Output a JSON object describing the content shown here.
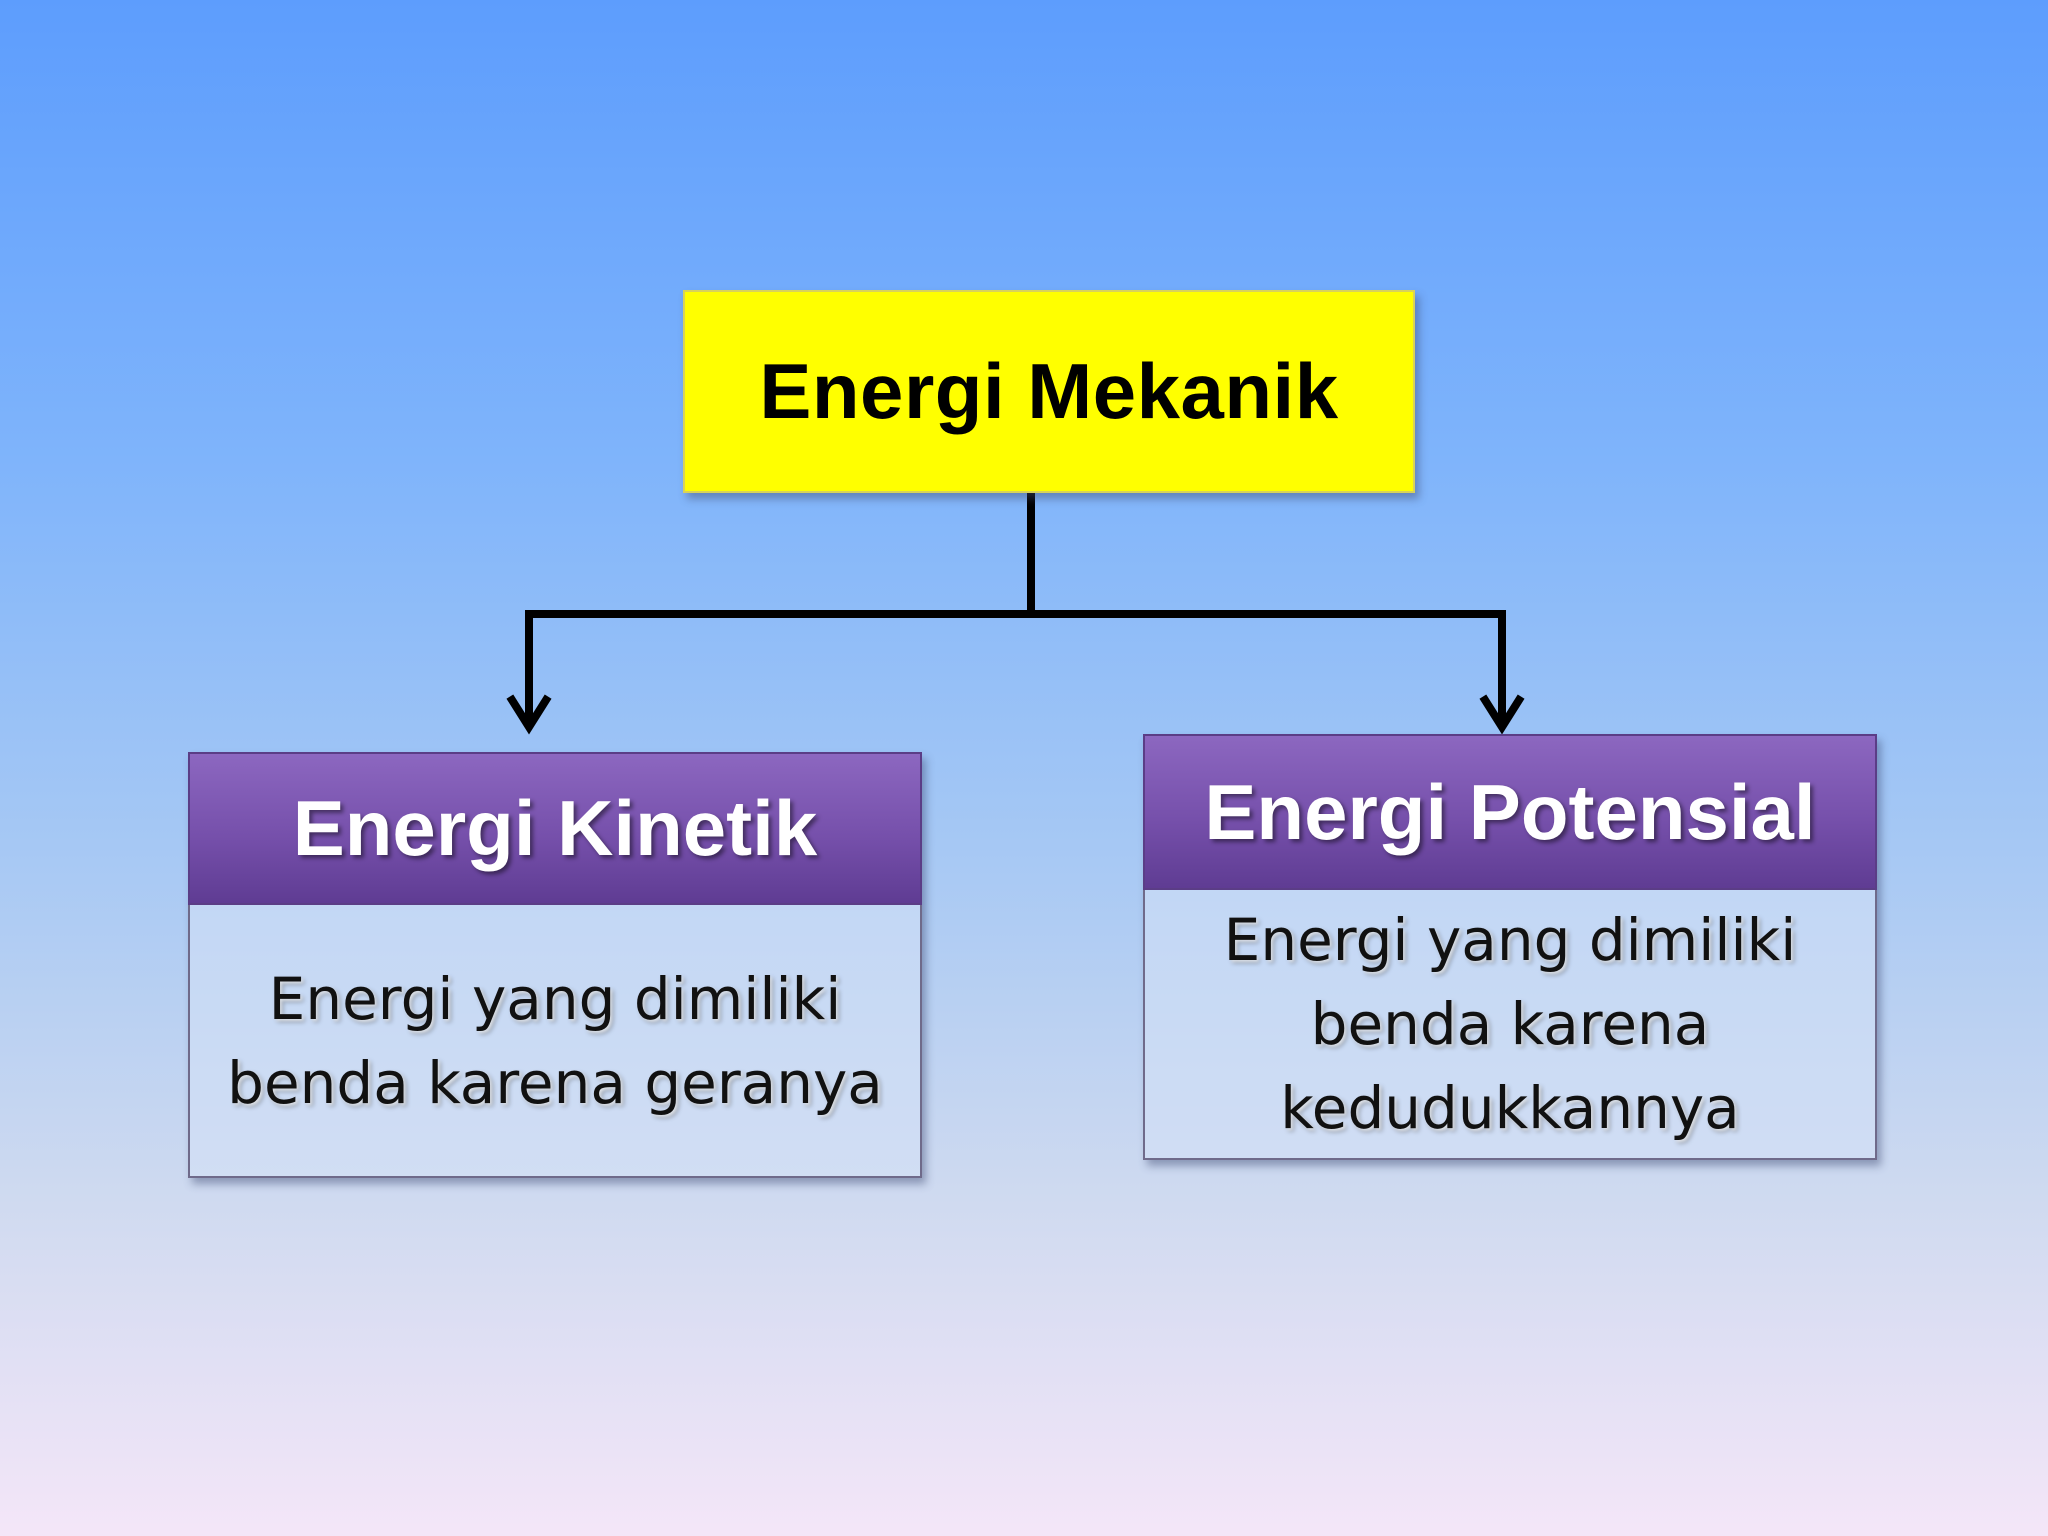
{
  "root": {
    "title": "Energi Mekanik"
  },
  "children": [
    {
      "title": "Energi Kinetik",
      "description": "Energi yang dimiliki\nbenda karena geranya"
    },
    {
      "title": "Energi Potensial",
      "description": "Energi yang dimiliki\nbenda karena\nkedudukkannya"
    }
  ],
  "colors": {
    "root_fill": "#ffff00",
    "header_fill": "#7650ab",
    "connector": "#000000"
  }
}
